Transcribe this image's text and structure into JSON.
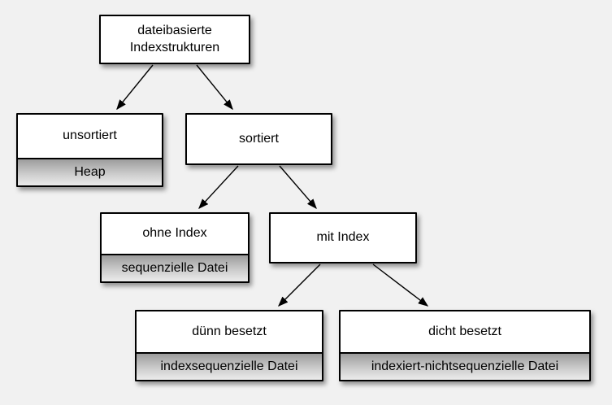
{
  "diagram": {
    "type": "tree",
    "nodes": [
      {
        "id": "root",
        "label": "dateibasierte Indexstrukturen",
        "sublabel": null
      },
      {
        "id": "unsortiert",
        "label": "unsortiert",
        "sublabel": "Heap"
      },
      {
        "id": "sortiert",
        "label": "sortiert",
        "sublabel": null
      },
      {
        "id": "ohne-index",
        "label": "ohne Index",
        "sublabel": "sequenzielle Datei"
      },
      {
        "id": "mit-index",
        "label": "mit Index",
        "sublabel": null
      },
      {
        "id": "duenn-besetzt",
        "label": "dünn besetzt",
        "sublabel": "indexsequenzielle Datei"
      },
      {
        "id": "dicht-besetzt",
        "label": "dicht besetzt",
        "sublabel": "indexiert-nichtsequenzielle Datei"
      }
    ],
    "edges": [
      {
        "from": "root",
        "to": "unsortiert"
      },
      {
        "from": "root",
        "to": "sortiert"
      },
      {
        "from": "sortiert",
        "to": "ohne-index"
      },
      {
        "from": "sortiert",
        "to": "mit-index"
      },
      {
        "from": "mit-index",
        "to": "duenn-besetzt"
      },
      {
        "from": "mit-index",
        "to": "dicht-besetzt"
      }
    ],
    "colors": {
      "background": "#f1f1f1",
      "node_fill": "#ffffff",
      "node_border": "#000000",
      "sublabel_gradient_top": "#9c9c9c",
      "sublabel_gradient_bottom": "#ececec",
      "text": "#000000",
      "arrow": "#000000"
    }
  }
}
